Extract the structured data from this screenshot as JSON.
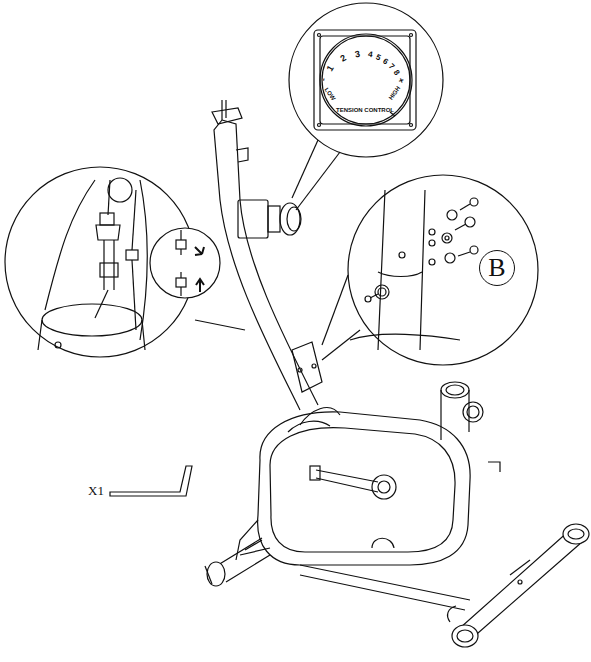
{
  "diagram": {
    "nodes": [
      {
        "text": [
          "B"
        ]
      }
    ],
    "labels": [
      "-",
      "1",
      "2",
      "3",
      "4",
      "5",
      "6",
      "7",
      "8",
      "+",
      "LOW",
      "HIGH",
      "TENSION CONTROL",
      "X1"
    ]
  }
}
